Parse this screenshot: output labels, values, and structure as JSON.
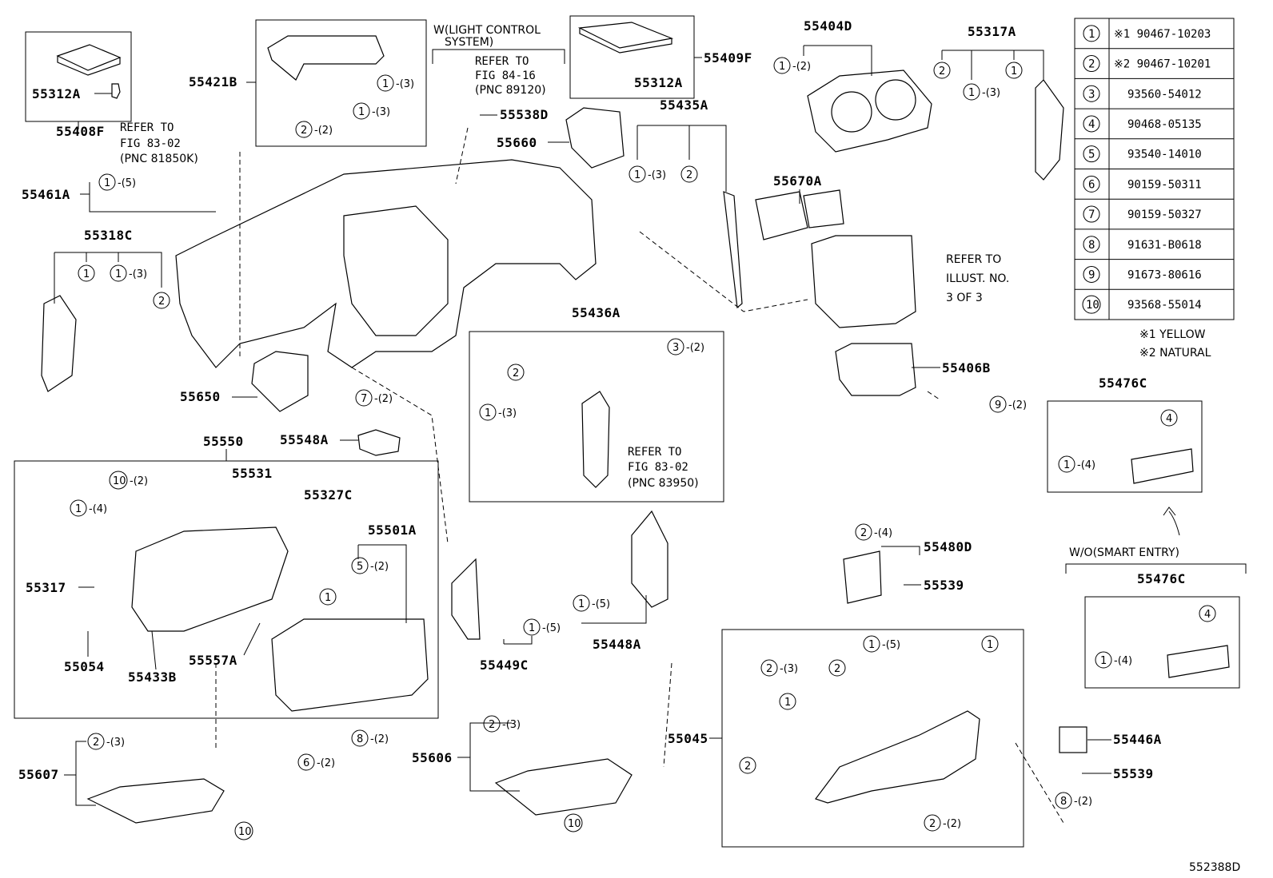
{
  "diagram_id": "552388D",
  "notes": {
    "light_control_1": "W(LIGHT CONTROL",
    "light_control_2": "SYSTEM)",
    "refer_84_1": "REFER TO",
    "refer_84_2": "FIG 84-16",
    "refer_84_3": "(PNC 89120)",
    "refer_83_1": "REFER TO",
    "refer_83_2": "FIG 83-02",
    "refer_83_3": "(PNC 81850K)",
    "refer_83b_1": "REFER TO",
    "refer_83b_2": "FIG 83-02",
    "refer_83b_3": "(PNC 83950)",
    "illust_1": "REFER TO",
    "illust_2": "ILLUST. NO.",
    "illust_3": "3 OF 3",
    "smart_entry": "W/O(SMART ENTRY)",
    "yellow": "※1 YELLOW",
    "natural": "※2 NATURAL"
  },
  "labels": {
    "p55312A_a": "55312A",
    "p55408F": "55408F",
    "p55421B": "55421B",
    "p55312A_b": "55312A",
    "p55409F": "55409F",
    "p55538D": "55538D",
    "p55404D": "55404D",
    "p55317A": "55317A",
    "p55660": "55660",
    "p55435A": "55435A",
    "p55461A": "55461A",
    "p55670A": "55670A",
    "p55318C": "55318C",
    "p55436A": "55436A",
    "p55406B": "55406B",
    "p55650": "55650",
    "p55548A": "55548A",
    "p55476C_a": "55476C",
    "p55550": "55550",
    "p55531": "55531",
    "p55327C": "55327C",
    "p55501A": "55501A",
    "p55317": "55317",
    "p55480D": "55480D",
    "p55539_a": "55539",
    "p55476C_b": "55476C",
    "p55054": "55054",
    "p55433B": "55433B",
    "p55557A": "55557A",
    "p55449C": "55449C",
    "p55448A": "55448A",
    "p55045": "55045",
    "p55446A": "55446A",
    "p55539_b": "55539",
    "p55606": "55606",
    "p55607": "55607"
  },
  "qty": {
    "q2": "-(2)",
    "q3": "-(3)",
    "q4": "-(4)",
    "q5": "-(5)",
    "q2b": "(2)"
  },
  "circles": {
    "c1": "1",
    "c2": "2",
    "c3": "3",
    "c4": "4",
    "c5": "5",
    "c6": "6",
    "c7": "7",
    "c8": "8",
    "c9": "9",
    "c10": "10"
  },
  "table": [
    {
      "num": "1",
      "part": "※1 90467-10203"
    },
    {
      "num": "2",
      "part": "※2 90467-10201"
    },
    {
      "num": "3",
      "part": "93560-54012"
    },
    {
      "num": "4",
      "part": "90468-05135"
    },
    {
      "num": "5",
      "part": "93540-14010"
    },
    {
      "num": "6",
      "part": "90159-50311"
    },
    {
      "num": "7",
      "part": "90159-50327"
    },
    {
      "num": "8",
      "part": "91631-B0618"
    },
    {
      "num": "9",
      "part": "91673-80616"
    },
    {
      "num": "10",
      "part": "93568-55014"
    }
  ]
}
